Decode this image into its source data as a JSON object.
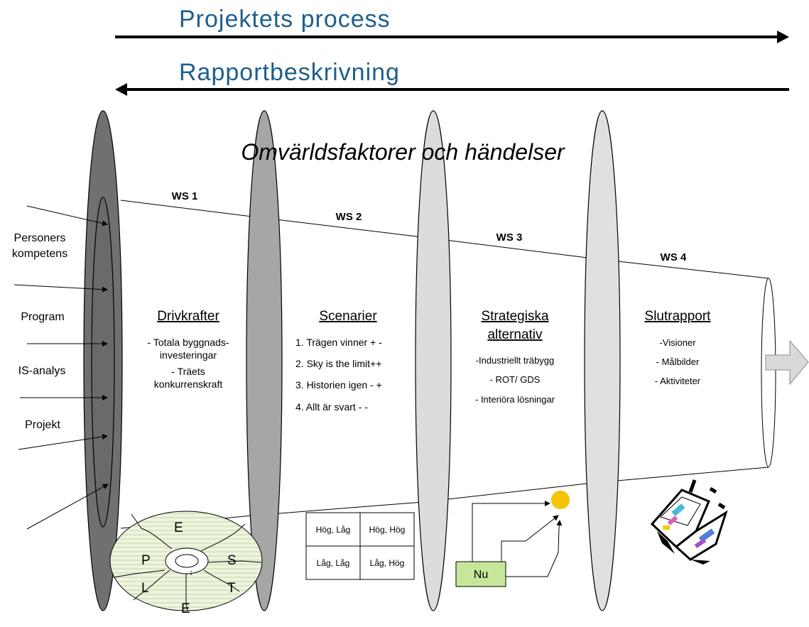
{
  "header": {
    "process_title": "Projektets process",
    "report_title": "Rapportbeskrivning"
  },
  "context_title": "Omvärldsfaktorer och händelser",
  "inputs": {
    "items": [
      "Personers kompetens",
      "Program",
      "IS-analys",
      "Projekt"
    ],
    "personers_line1": "Personers",
    "personers_line2": "kompetens"
  },
  "workshops": [
    "WS 1",
    "WS 2",
    "WS 3",
    "WS 4"
  ],
  "stages": {
    "drivkrafter": {
      "title": "Drivkrafter",
      "items": [
        "- Totala byggnads-",
        "investeringar",
        "- Träets",
        "konkurrenskraft"
      ]
    },
    "scenarier": {
      "title": "Scenarier",
      "items": [
        "1. Trägen vinner + -",
        "2. Sky is the limit++",
        "3. Historien igen - +",
        "4. Allt är svart - -"
      ]
    },
    "strategiska": {
      "title_line1": "Strategiska",
      "title_line2": "alternativ",
      "items": [
        "-Industriellt träbygg",
        "- ROT/ GDS",
        "- Interiöra lösningar"
      ]
    },
    "slutrapport": {
      "title": "Slutrapport",
      "items": [
        "-Visioner",
        "- Målbilder",
        "- Aktiviteter"
      ]
    }
  },
  "scenario_matrix": {
    "cells": [
      "Hög, Låg",
      "Hög, Hög",
      "Låg, Låg",
      "Låg, Hög"
    ]
  },
  "pest": {
    "letters": [
      "E",
      "P",
      "S",
      "L",
      "T",
      "E"
    ]
  },
  "nu_label": "Nu",
  "colors": {
    "title_blue": "#1f5f8b",
    "disk1": "#707070",
    "disk2": "#a6a6a6",
    "disk3": "#dcdcdc",
    "disk4": "#e0e0e0",
    "nu_box": "#c6e79a",
    "sun": "#f5c400",
    "pest_fill": "#e9f2d8"
  }
}
